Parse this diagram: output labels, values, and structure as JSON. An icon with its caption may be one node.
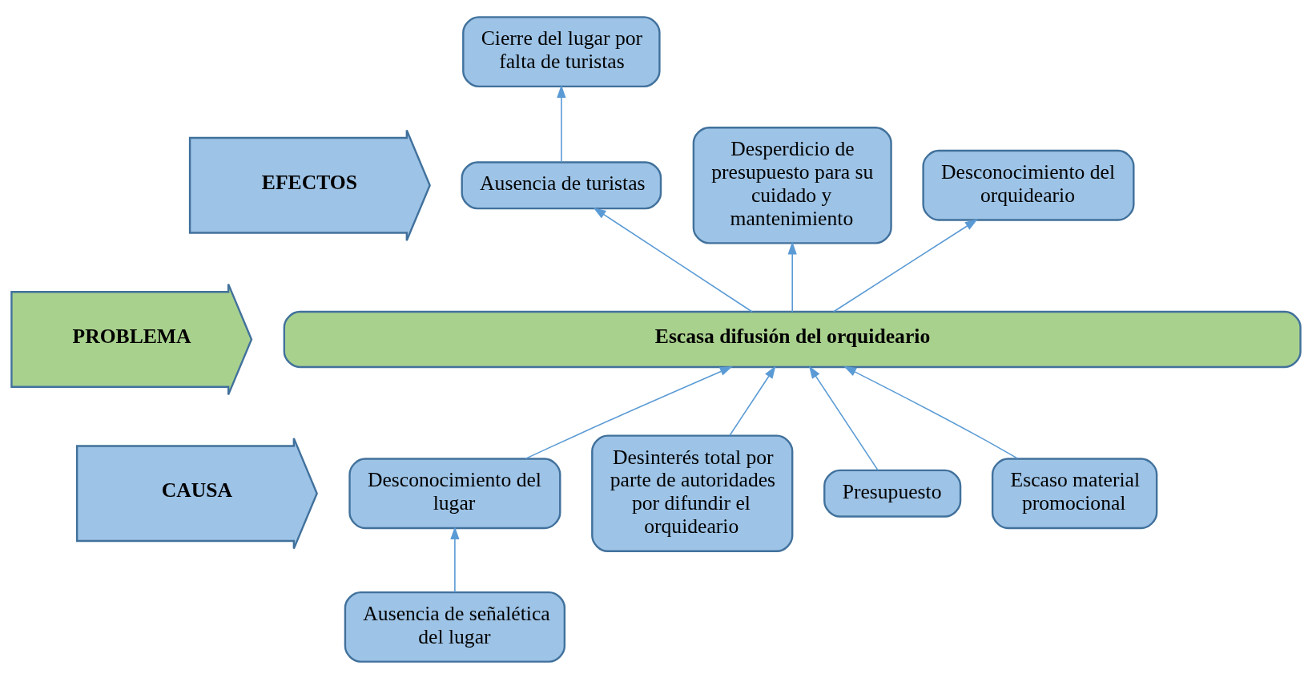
{
  "diagram": {
    "nodes": [
      {
        "text": [
          "EFECTOS"
        ]
      },
      {
        "text": [
          "PROBLEMA"
        ]
      },
      {
        "text": [
          "CAUSA"
        ]
      },
      {
        "text": [
          "Cierre del lugar por falta de turistas"
        ]
      },
      {
        "text": [
          "Ausencia de turistas"
        ]
      },
      {
        "text": [
          "Desperdicio de presupuesto para su cuidado y mantenimiento"
        ]
      },
      {
        "text": [
          "Desconocimiento del orquideario"
        ]
      },
      {
        "text": [
          "Escasa difusión del orquideario"
        ]
      },
      {
        "text": [
          "Desconocimiento del lugar"
        ]
      },
      {
        "text": [
          "Desinterés total por parte de autoridades por difundir el orquideario"
        ]
      },
      {
        "text": [
          "Presupuesto"
        ]
      },
      {
        "text": [
          "Escaso material promocional"
        ]
      },
      {
        "text": [
          "Ausencia de señalética del lugar"
        ]
      }
    ],
    "edges": [
      {
        "from": 4,
        "to": 3,
        "arrow": "to"
      },
      {
        "from": 7,
        "to": 4,
        "arrow": "to"
      },
      {
        "from": 7,
        "to": 5,
        "arrow": "to"
      },
      {
        "from": 7,
        "to": 6,
        "arrow": "to"
      },
      {
        "from": 8,
        "to": 7,
        "arrow": "to"
      },
      {
        "from": 9,
        "to": 7,
        "arrow": "to"
      },
      {
        "from": 10,
        "to": 7,
        "arrow": "to"
      },
      {
        "from": 11,
        "to": 7,
        "arrow": "to"
      },
      {
        "from": 12,
        "to": 8,
        "arrow": "to"
      }
    ]
  }
}
